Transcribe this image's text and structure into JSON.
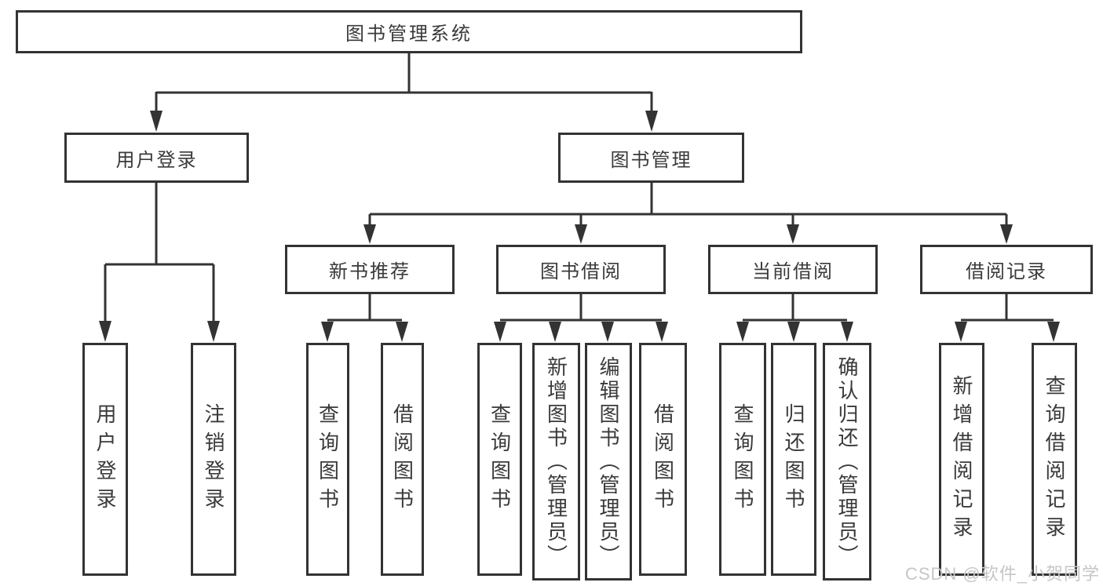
{
  "diagram": {
    "type": "hierarchy-tree",
    "nodes": {
      "root": {
        "label": "图书管理系统"
      },
      "level2": [
        {
          "label": "用户登录",
          "parent": "图书管理系统"
        },
        {
          "label": "图书管理",
          "parent": "图书管理系统"
        }
      ],
      "level3": [
        {
          "label": "新书推荐",
          "parent": "图书管理"
        },
        {
          "label": "图书借阅",
          "parent": "图书管理"
        },
        {
          "label": "当前借阅",
          "parent": "图书管理"
        },
        {
          "label": "借阅记录",
          "parent": "图书管理"
        }
      ],
      "leaves": [
        {
          "label": "用户登录",
          "parent": "用户登录"
        },
        {
          "label": "注销登录",
          "parent": "用户登录"
        },
        {
          "label": "查询图书",
          "parent": "新书推荐"
        },
        {
          "label": "借阅图书",
          "parent": "新书推荐"
        },
        {
          "label": "查询图书",
          "parent": "图书借阅"
        },
        {
          "label": "新增图书（管理员）",
          "parent": "图书借阅"
        },
        {
          "label": "编辑图书（管理员）",
          "parent": "图书借阅"
        },
        {
          "label": "借阅图书",
          "parent": "图书借阅"
        },
        {
          "label": "查询图书",
          "parent": "当前借阅"
        },
        {
          "label": "归还图书",
          "parent": "当前借阅"
        },
        {
          "label": "确认归还（管理员）",
          "parent": "当前借阅"
        },
        {
          "label": "新增借阅记录",
          "parent": "借阅记录"
        },
        {
          "label": "查询借阅记录",
          "parent": "借阅记录"
        }
      ]
    },
    "colors": {
      "line": "#333333",
      "box_border": "#333333",
      "box_background": "#ffffff",
      "text": "#3a3a3a",
      "watermark": "#c6c6c6",
      "page_background": "#ffffff"
    },
    "watermark": "CSDN @软件_小贺同学"
  }
}
